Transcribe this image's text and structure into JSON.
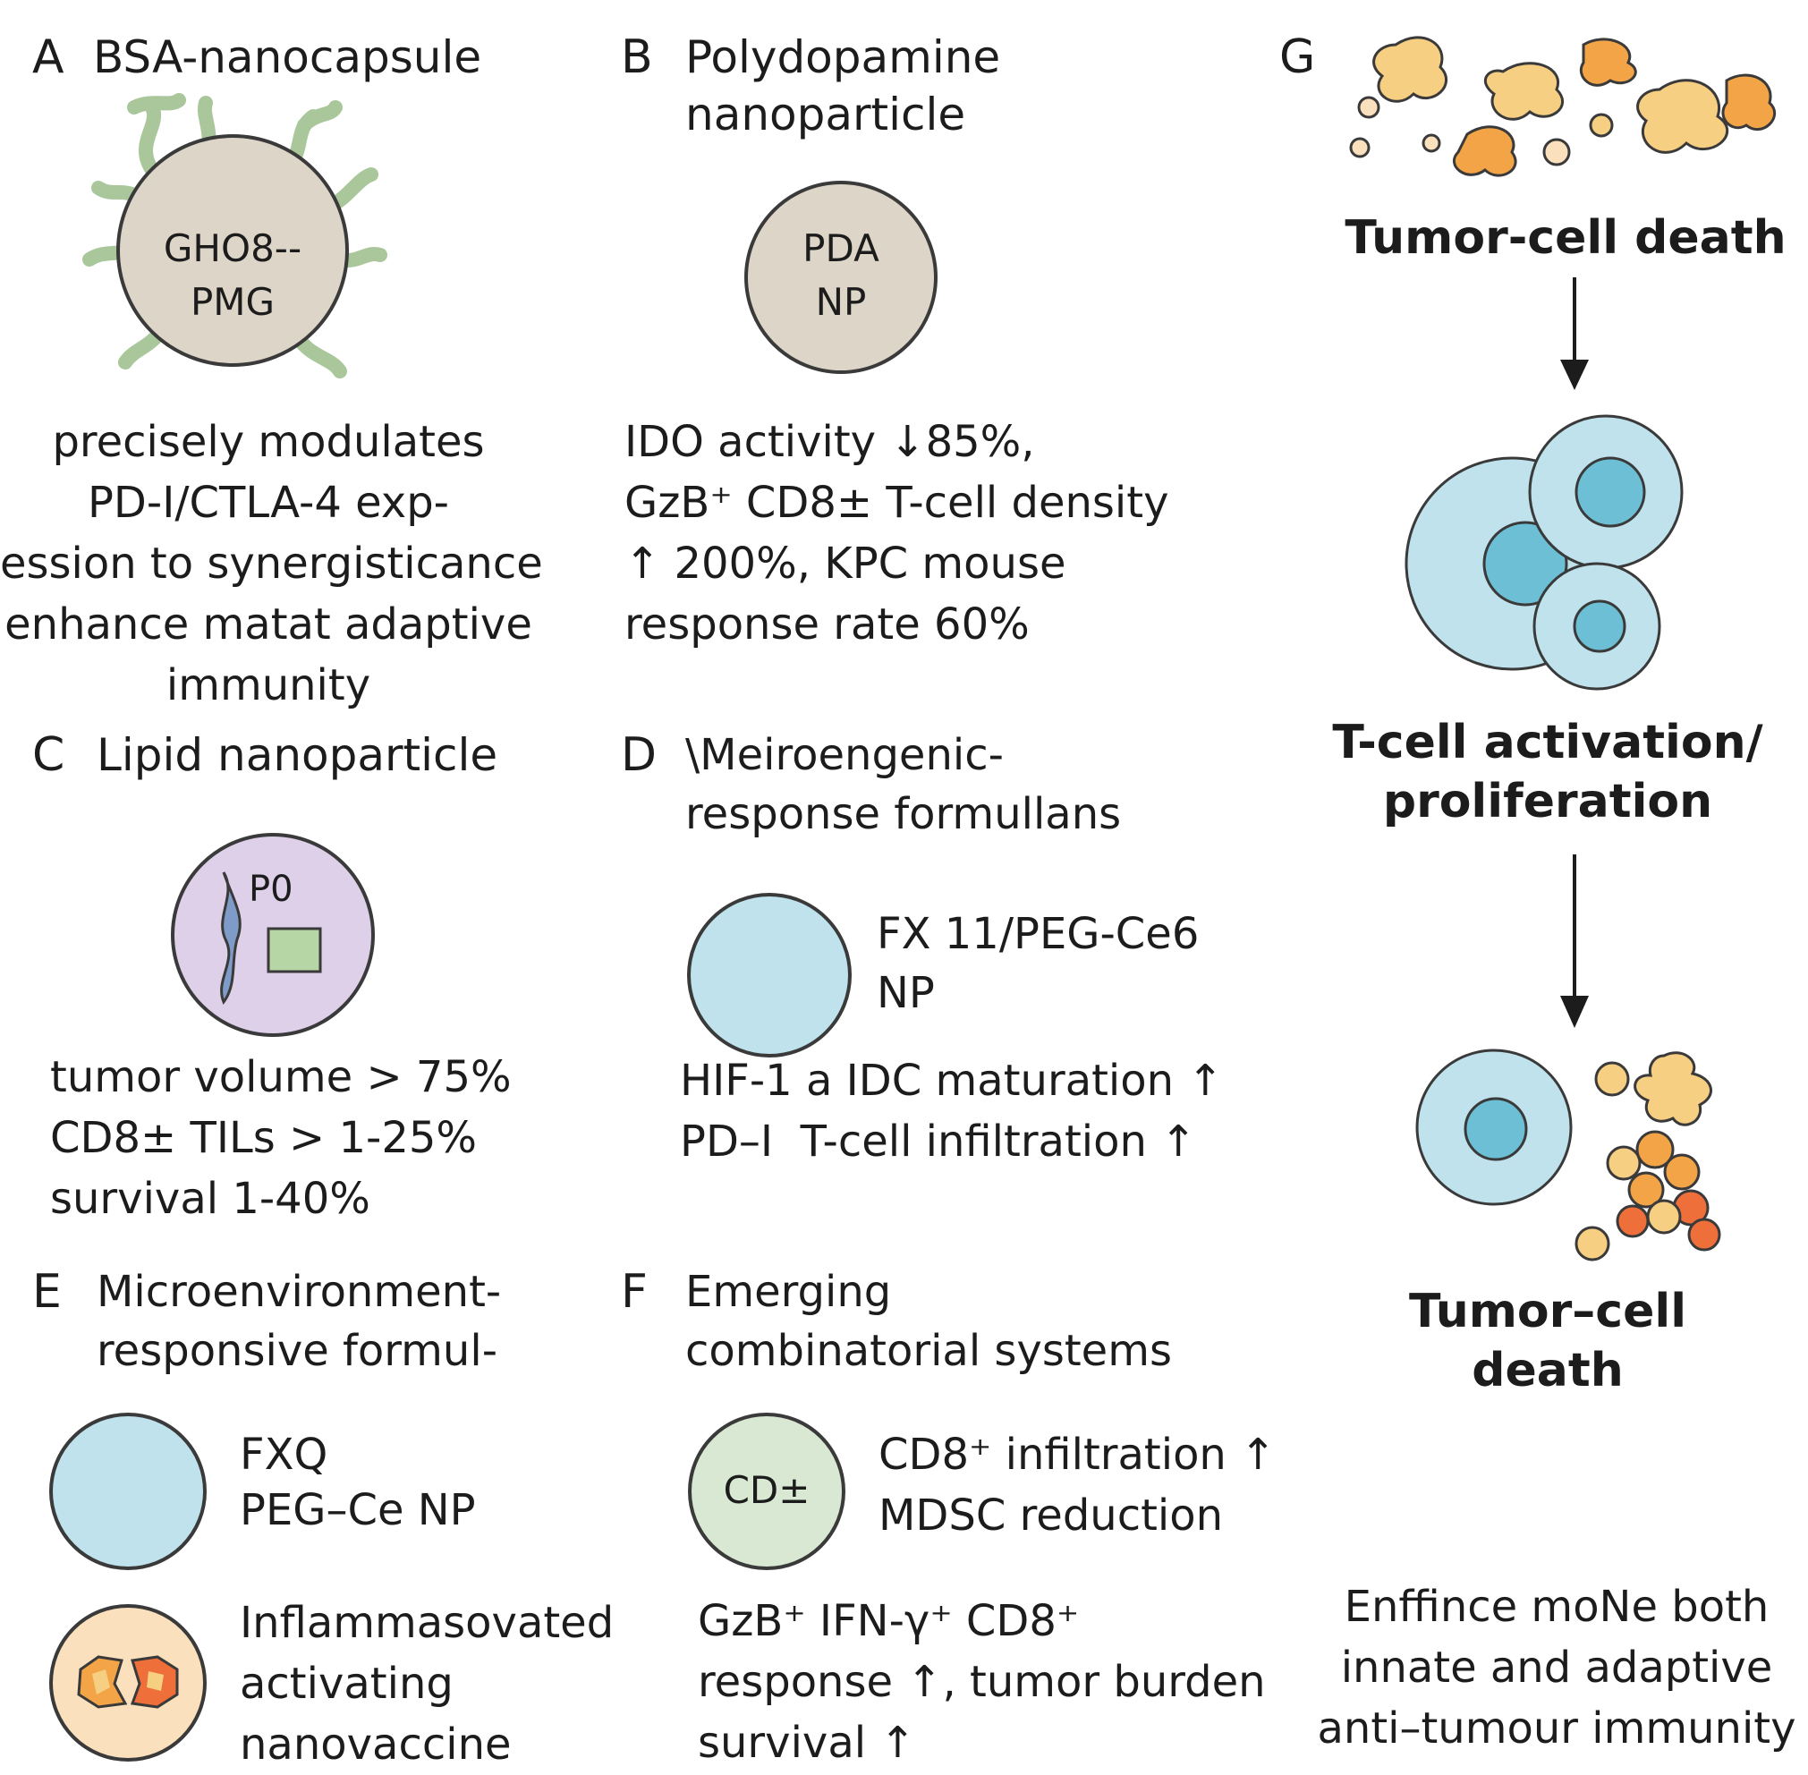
{
  "panels": {
    "a": {
      "letter": "A",
      "title": "BSA-nanocapsule",
      "particle_line1": "GHO8--",
      "particle_line2": "PMG",
      "desc": [
        "precisely modulates",
        "PD-I/CTLA-4 exp-",
        "ession to synergisticance",
        "enhance matat adaptive",
        "immunity"
      ]
    },
    "b": {
      "letter": "B",
      "title": [
        "Polydopamine",
        "nanoparticle"
      ],
      "particle_line1": "PDA",
      "particle_line2": "NP",
      "desc": [
        "IDO activity ↓85%,",
        "GzB⁺ CD8± T-cell density",
        "↑ 200%, KPC mouse",
        "response rate 60%"
      ]
    },
    "c": {
      "letter": "C",
      "title": "Lipid nanoparticle",
      "particle_label": "P0",
      "desc": [
        "tumor volume > 75%",
        "CD8± TILs > 1-25%",
        "survival 1-40%"
      ]
    },
    "d": {
      "letter": "D",
      "title": [
        "\\Meiroengenic-",
        "response formullans"
      ],
      "particle_label": [
        "FX 11/PEG-Ce6",
        "NP"
      ],
      "desc": [
        "HIF-1 a IDC maturation ↑",
        "PD–I  T-cell infiltration ↑"
      ]
    },
    "e": {
      "letter": "E",
      "title": [
        "Microenvironment-",
        "responsive formul-"
      ],
      "item1_label": [
        "FXQ",
        "PEG–Ce NP"
      ],
      "item2_label": [
        "Inflammasovated",
        "activating",
        "nanovaccine"
      ]
    },
    "f": {
      "letter": "F",
      "title": [
        "Emerging",
        "combinatorial systems"
      ],
      "particle_label": "CD±",
      "side_label": [
        "CD8⁺ infiltration ↑",
        "MDSC reduction"
      ],
      "desc": [
        "GzB⁺ IFN-γ⁺ CD8⁺",
        "response ↑, tumor burden",
        "survival ↑"
      ]
    },
    "g": {
      "letter": "G",
      "step1": "Tumor-cell death",
      "step2": [
        "T-cell activation/",
        "proliferation"
      ],
      "step3": [
        "Tumor–cell",
        "death"
      ],
      "summary": [
        "Enffince moNe both",
        "innate and adaptive",
        "anti–tumour immunity"
      ]
    }
  },
  "colors": {
    "particle_beige": "#ddd6c8",
    "protrusion_green": "#a9c79a",
    "lipid_purple": "#ddd0e8",
    "np_blue": "#bfe2ec",
    "cell_blue": "#bfe2ec",
    "nucleus_blue": "#6cbfd4",
    "fragment_yellow": "#f7cf82",
    "fragment_orange": "#f2a447",
    "debris_red": "#ef6f3b",
    "pale_green": "#d9e8d2",
    "vaccine_bg": "#fbe0bd"
  }
}
